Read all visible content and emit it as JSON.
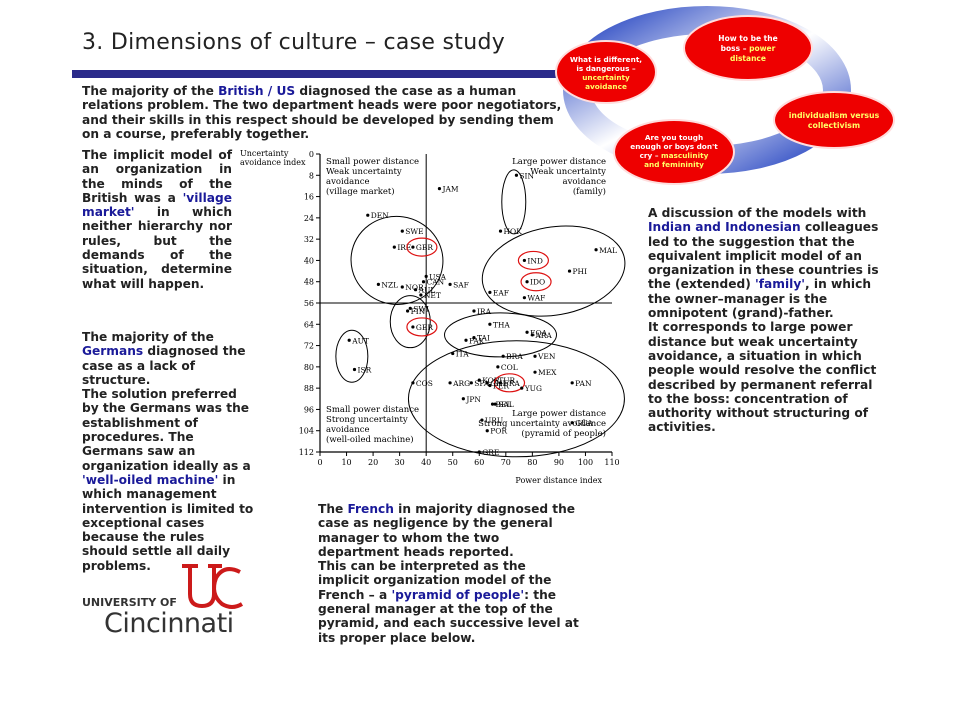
{
  "title": "3. Dimensions of culture – case study",
  "diagram": {
    "bubbles": [
      {
        "l1": "How to be the",
        "l2": "boss – ",
        "b": "power",
        "b2": "distance"
      },
      {
        "l1": "What is different,",
        "l2": "is dangerous –",
        "b": "uncertainty",
        "b2": "avoidance"
      },
      {
        "l1": "",
        "l2": "",
        "b": "individualism versus",
        "b2": "collectivism"
      },
      {
        "l1": "Are you tough",
        "l2": "enough or boys don't",
        "b3": "cry – ",
        "b": "masculinity",
        "b2": "and femininity"
      }
    ]
  },
  "text": {
    "british": [
      "The majority of the ",
      "British / US",
      " diagnosed the case as a human relations problem. The two department heads were poor negotiators, and their skills in this respect should be developed by sending them on a course, preferably together."
    ],
    "village": [
      "The implicit model of an organization in the minds of the British was a ",
      "'village market'",
      " in which neither hierarchy nor rules, but the demands of the situation, determine what will happen."
    ],
    "germans": [
      "The majority of the ",
      "Germans",
      " diagnosed the case as a lack of structure.",
      "The solution preferred by the Germans was the establishment of procedures. The Germans saw an organization ideally as a ",
      "'well-oiled machine'",
      " in which management intervention is limited to exceptional cases because the rules should settle all daily problems."
    ],
    "indian": [
      "A discussion of the models with ",
      "Indian and Indonesian",
      " colleagues led to the suggestion that the equivalent implicit model of an organization in these countries is the (extended) ",
      "'family'",
      ", in which the owner–manager is the omnipotent (grand)-father.",
      "It corresponds to large power distance but weak uncertainty avoidance, a situation in which people would resolve the conflict described by permanent referral to the boss: concentration of authority without structuring of activities."
    ],
    "french": [
      "The ",
      "French",
      " in majority diagnosed the case as negligence by the general manager to whom the two department heads reported.",
      "This can be interpreted as the implicit organization model of the French – a ",
      "'pyramid of people'",
      ": the general manager at the top of the pyramid, and each successive level at its proper place below."
    ]
  },
  "logo": {
    "top": "UNIVERSITY OF",
    "bottom": "Cincinnati"
  },
  "chart_data": {
    "type": "scatter",
    "xlabel": "Power distance index",
    "ylabel": "Uncertainty avoidance index",
    "xlim": [
      0,
      110
    ],
    "ylim": [
      0,
      112
    ],
    "y_inverted": true,
    "xticks": [
      0,
      10,
      20,
      30,
      40,
      50,
      60,
      70,
      80,
      90,
      100,
      110
    ],
    "yticks": [
      0,
      8,
      16,
      24,
      32,
      40,
      48,
      56,
      64,
      72,
      80,
      88,
      96,
      104,
      112
    ],
    "quadrants": [
      {
        "pos": "top-left",
        "lines": [
          "Small power distance",
          "Weak uncertainty",
          "avoidance",
          "(village market)"
        ]
      },
      {
        "pos": "top-right",
        "lines": [
          "Large power distance",
          "Weak uncertainty",
          "avoidance",
          "(family)"
        ]
      },
      {
        "pos": "bottom-left",
        "lines": [
          "Small power distance",
          "Strong uncertainty",
          "avoidance",
          "(well-oiled machine)"
        ]
      },
      {
        "pos": "bottom-right",
        "lines": [
          "Large power distance",
          "Strong uncertainty avoidance",
          "(pyramid of people)"
        ]
      }
    ],
    "points": [
      {
        "c": "JAM",
        "x": 45,
        "y": 13
      },
      {
        "c": "SIN",
        "x": 74,
        "y": 8
      },
      {
        "c": "DEN",
        "x": 18,
        "y": 23
      },
      {
        "c": "SWE",
        "x": 31,
        "y": 29
      },
      {
        "c": "IRE",
        "x": 28,
        "y": 35
      },
      {
        "c": "GBR",
        "x": 35,
        "y": 35
      },
      {
        "c": "HOK",
        "x": 68,
        "y": 29
      },
      {
        "c": "MAL",
        "x": 104,
        "y": 36
      },
      {
        "c": "IND",
        "x": 77,
        "y": 40
      },
      {
        "c": "PHI",
        "x": 94,
        "y": 44
      },
      {
        "c": "IDO",
        "x": 78,
        "y": 48
      },
      {
        "c": "USA",
        "x": 40,
        "y": 46
      },
      {
        "c": "CAN",
        "x": 39,
        "y": 48
      },
      {
        "c": "NZL",
        "x": 22,
        "y": 49
      },
      {
        "c": "NOR",
        "x": 31,
        "y": 50
      },
      {
        "c": "AUL",
        "x": 36,
        "y": 51
      },
      {
        "c": "NET",
        "x": 38,
        "y": 53
      },
      {
        "c": "SAF",
        "x": 49,
        "y": 49
      },
      {
        "c": "EAF",
        "x": 64,
        "y": 52
      },
      {
        "c": "WAF",
        "x": 77,
        "y": 54
      },
      {
        "c": "SWI",
        "x": 34,
        "y": 58
      },
      {
        "c": "FIN",
        "x": 33,
        "y": 59
      },
      {
        "c": "GER",
        "x": 35,
        "y": 65
      },
      {
        "c": "IRA",
        "x": 58,
        "y": 59
      },
      {
        "c": "THA",
        "x": 64,
        "y": 64
      },
      {
        "c": "PAK",
        "x": 55,
        "y": 70
      },
      {
        "c": "TAI",
        "x": 58,
        "y": 69
      },
      {
        "c": "EQA",
        "x": 78,
        "y": 67
      },
      {
        "c": "ARA",
        "x": 80,
        "y": 68
      },
      {
        "c": "AUT",
        "x": 11,
        "y": 70
      },
      {
        "c": "ISR",
        "x": 13,
        "y": 81
      },
      {
        "c": "ITA",
        "x": 50,
        "y": 75
      },
      {
        "c": "BRA",
        "x": 69,
        "y": 76
      },
      {
        "c": "VEN",
        "x": 81,
        "y": 76
      },
      {
        "c": "CHL",
        "x": 63,
        "y": 86
      },
      {
        "c": "COL",
        "x": 67,
        "y": 80
      },
      {
        "c": "MEX",
        "x": 81,
        "y": 82
      },
      {
        "c": "KOR",
        "x": 60,
        "y": 85
      },
      {
        "c": "TUR",
        "x": 66,
        "y": 85
      },
      {
        "c": "ARG",
        "x": 49,
        "y": 86
      },
      {
        "c": "SPA",
        "x": 57,
        "y": 86
      },
      {
        "c": "PAN",
        "x": 95,
        "y": 86
      },
      {
        "c": "COS",
        "x": 35,
        "y": 86
      },
      {
        "c": "FRA",
        "x": 68,
        "y": 86
      },
      {
        "c": "YUG",
        "x": 76,
        "y": 88
      },
      {
        "c": "PER",
        "x": 64,
        "y": 87
      },
      {
        "c": "JPN",
        "x": 54,
        "y": 92
      },
      {
        "c": "BEL",
        "x": 65,
        "y": 94
      },
      {
        "c": "SAL",
        "x": 66,
        "y": 94
      },
      {
        "c": "URU",
        "x": 61,
        "y": 100
      },
      {
        "c": "GUA",
        "x": 95,
        "y": 101
      },
      {
        "c": "POR",
        "x": 63,
        "y": 104
      },
      {
        "c": "GRE",
        "x": 60,
        "y": 112
      }
    ],
    "highlighted": [
      "GBR",
      "IND",
      "IDO",
      "GER",
      "FRA"
    ]
  }
}
